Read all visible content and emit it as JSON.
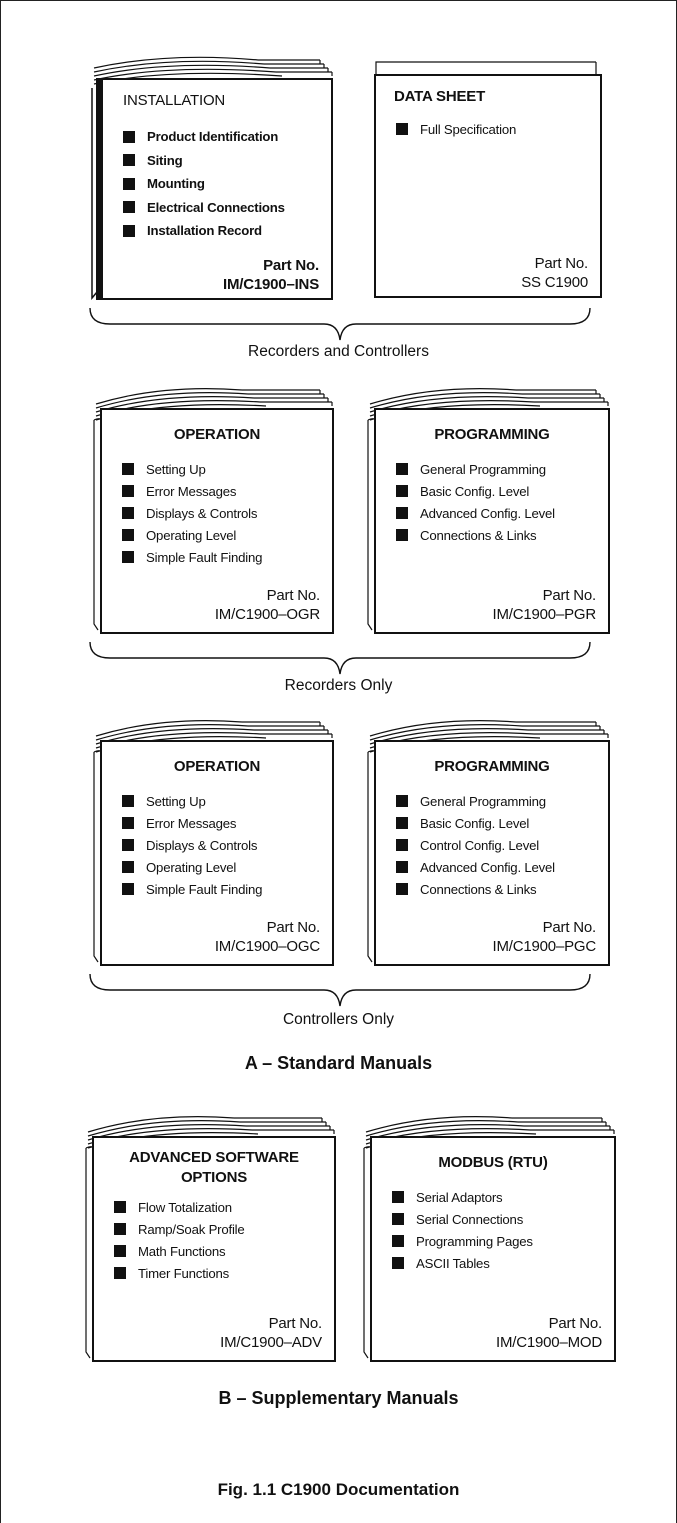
{
  "books": {
    "installation": {
      "title": "INSTALLATION",
      "items": [
        "Product Identification",
        "Siting",
        "Mounting",
        "Electrical Connections",
        "Installation Record"
      ],
      "part_label": "Part No.",
      "part_number": "IM/C1900–INS"
    },
    "data_sheet": {
      "title": "DATA SHEET",
      "items": [
        "Full Specification"
      ],
      "part_label": "Part No.",
      "part_number": "SS C1900"
    },
    "rec_operation": {
      "title": "OPERATION",
      "items": [
        "Setting Up",
        "Error Messages",
        "Displays & Controls",
        "Operating Level",
        "Simple Fault Finding"
      ],
      "part_label": "Part No.",
      "part_number": "IM/C1900–OGR"
    },
    "rec_programming": {
      "title": "PROGRAMMING",
      "items": [
        "General Programming",
        "Basic Config. Level",
        "Advanced Config. Level",
        "Connections & Links"
      ],
      "part_label": "Part No.",
      "part_number": "IM/C1900–PGR"
    },
    "ctl_operation": {
      "title": "OPERATION",
      "items": [
        "Setting Up",
        "Error Messages",
        "Displays & Controls",
        "Operating Level",
        "Simple Fault Finding"
      ],
      "part_label": "Part No.",
      "part_number": "IM/C1900–OGC"
    },
    "ctl_programming": {
      "title": "PROGRAMMING",
      "items": [
        "General Programming",
        "Basic Config. Level",
        "Control Config. Level",
        "Advanced Config. Level",
        "Connections & Links"
      ],
      "part_label": "Part No.",
      "part_number": "IM/C1900–PGC"
    },
    "advanced": {
      "title_line1": "ADVANCED SOFTWARE",
      "title_line2": "OPTIONS",
      "items": [
        "Flow Totalization",
        "Ramp/Soak Profile",
        "Math Functions",
        "Timer Functions"
      ],
      "part_label": "Part No.",
      "part_number": "IM/C1900–ADV"
    },
    "modbus": {
      "title": "MODBUS (RTU)",
      "items": [
        "Serial Adaptors",
        "Serial Connections",
        "Programming Pages",
        "ASCII Tables"
      ],
      "part_label": "Part No.",
      "part_number": "IM/C1900–MOD"
    }
  },
  "captions": {
    "group1": "Recorders and Controllers",
    "group2": "Recorders Only",
    "group3": "Controllers Only"
  },
  "sections": {
    "standard": "A – Standard Manuals",
    "supplementary": "B – Supplementary Manuals"
  },
  "figure_caption": "Fig. 1.1 C1900 Documentation"
}
